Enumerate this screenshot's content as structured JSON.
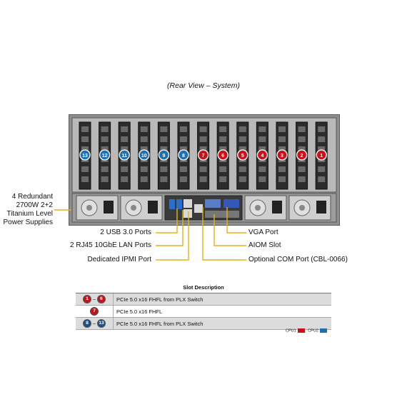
{
  "caption": "(Rear View – System)",
  "colors": {
    "cpu1": "#c3141c",
    "cpu2": "#1f6fb0",
    "chassis": "#8e8e8e",
    "callout_line": "#e3b21c"
  },
  "slots_top": [
    {
      "num": "13",
      "cpu": "cpu2"
    },
    {
      "num": "12",
      "cpu": "cpu2"
    },
    {
      "num": "11",
      "cpu": "cpu2"
    },
    {
      "num": "10",
      "cpu": "cpu2"
    },
    {
      "num": "9",
      "cpu": "cpu2"
    },
    {
      "num": "8",
      "cpu": "cpu2"
    },
    {
      "num": "7",
      "cpu": "cpu1"
    },
    {
      "num": "6",
      "cpu": "cpu1"
    },
    {
      "num": "5",
      "cpu": "cpu1"
    },
    {
      "num": "4",
      "cpu": "cpu1"
    },
    {
      "num": "3",
      "cpu": "cpu1"
    },
    {
      "num": "2",
      "cpu": "cpu1"
    },
    {
      "num": "1",
      "cpu": "cpu1"
    }
  ],
  "callouts": {
    "psu": "4 Redundant\n2700W 2+2\nTitanium Level\nPower Supplies",
    "usb": "2 USB 3.0 Ports",
    "lan": "2 RJ45 10GbE LAN Ports",
    "ipmi": "Dedicated IPMI Port",
    "vga": "VGA Port",
    "aiom": "AIOM Slot",
    "com": "Optional COM Port (CBL-0066)"
  },
  "table": {
    "header": "Slot Description",
    "rows": [
      {
        "from": "1",
        "to": "6",
        "cpu": "cpu1",
        "desc": "PCIe 5.0 x16 FHFL from PLX Switch"
      },
      {
        "from": "7",
        "to": "",
        "cpu": "cpu1",
        "desc": "PCIe 5.0 x16 FHFL"
      },
      {
        "from": "8",
        "to": "13",
        "cpu": "cpu2",
        "desc": "PCIe 5.0 x16 FHFL from PLX Switch"
      }
    ],
    "dash": "–"
  },
  "legend": {
    "cpu1": "CPU1",
    "cpu2": "CPU2"
  }
}
